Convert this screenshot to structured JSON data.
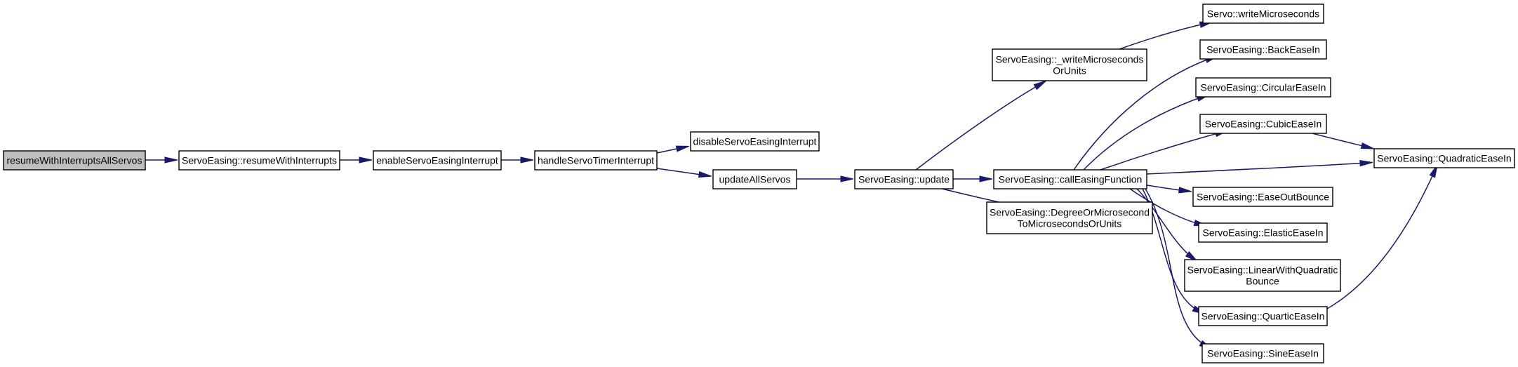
{
  "graph": {
    "edge_color": "#191970",
    "node_fill": "#ffffff",
    "root_fill": "#bfbfbf",
    "nodes": [
      {
        "id": "root",
        "lines": [
          "resumeWithInterruptsAllServos"
        ]
      },
      {
        "id": "resumeWithInterrupts",
        "lines": [
          "ServoEasing::resumeWithInterrupts"
        ]
      },
      {
        "id": "enableInt",
        "lines": [
          "enableServoEasingInterrupt"
        ]
      },
      {
        "id": "handleTimer",
        "lines": [
          "handleServoTimerInterrupt"
        ]
      },
      {
        "id": "disableInt",
        "lines": [
          "disableServoEasingInterrupt"
        ]
      },
      {
        "id": "updateAll",
        "lines": [
          "updateAllServos"
        ]
      },
      {
        "id": "update",
        "lines": [
          "ServoEasing::update"
        ]
      },
      {
        "id": "writeMicroOrUnits",
        "lines": [
          "ServoEasing::_writeMicroseconds",
          "OrUnits"
        ]
      },
      {
        "id": "callEasing",
        "lines": [
          "ServoEasing::callEasingFunction"
        ]
      },
      {
        "id": "degreeOrMicro",
        "lines": [
          "ServoEasing::DegreeOrMicrosecond",
          "ToMicrosecondsOrUnits"
        ]
      },
      {
        "id": "servoWrite",
        "lines": [
          "Servo::writeMicroseconds"
        ]
      },
      {
        "id": "backEaseIn",
        "lines": [
          "ServoEasing::BackEaseIn"
        ]
      },
      {
        "id": "circularEaseIn",
        "lines": [
          "ServoEasing::CircularEaseIn"
        ]
      },
      {
        "id": "cubicEaseIn",
        "lines": [
          "ServoEasing::CubicEaseIn"
        ]
      },
      {
        "id": "easeOutBounce",
        "lines": [
          "ServoEasing::EaseOutBounce"
        ]
      },
      {
        "id": "elasticEaseIn",
        "lines": [
          "ServoEasing::ElasticEaseIn"
        ]
      },
      {
        "id": "linearQuad",
        "lines": [
          "ServoEasing::LinearWithQuadratic",
          "Bounce"
        ]
      },
      {
        "id": "quarticEaseIn",
        "lines": [
          "ServoEasing::QuarticEaseIn"
        ]
      },
      {
        "id": "sineEaseIn",
        "lines": [
          "ServoEasing::SineEaseIn"
        ]
      },
      {
        "id": "quadraticEaseIn",
        "lines": [
          "ServoEasing::QuadraticEaseIn"
        ]
      }
    ],
    "edges": [
      {
        "from": "root",
        "to": "resumeWithInterrupts"
      },
      {
        "from": "resumeWithInterrupts",
        "to": "enableInt"
      },
      {
        "from": "enableInt",
        "to": "handleTimer"
      },
      {
        "from": "handleTimer",
        "to": "disableInt"
      },
      {
        "from": "handleTimer",
        "to": "updateAll"
      },
      {
        "from": "updateAll",
        "to": "update"
      },
      {
        "from": "update",
        "to": "writeMicroOrUnits"
      },
      {
        "from": "update",
        "to": "callEasing"
      },
      {
        "from": "update",
        "to": "degreeOrMicro"
      },
      {
        "from": "writeMicroOrUnits",
        "to": "servoWrite"
      },
      {
        "from": "callEasing",
        "to": "backEaseIn"
      },
      {
        "from": "callEasing",
        "to": "circularEaseIn"
      },
      {
        "from": "callEasing",
        "to": "cubicEaseIn"
      },
      {
        "from": "callEasing",
        "to": "quadraticEaseIn"
      },
      {
        "from": "callEasing",
        "to": "easeOutBounce"
      },
      {
        "from": "callEasing",
        "to": "elasticEaseIn"
      },
      {
        "from": "callEasing",
        "to": "linearQuad"
      },
      {
        "from": "callEasing",
        "to": "quarticEaseIn"
      },
      {
        "from": "callEasing",
        "to": "sineEaseIn"
      },
      {
        "from": "cubicEaseIn",
        "to": "quadraticEaseIn"
      },
      {
        "from": "quarticEaseIn",
        "to": "quadraticEaseIn"
      }
    ]
  }
}
